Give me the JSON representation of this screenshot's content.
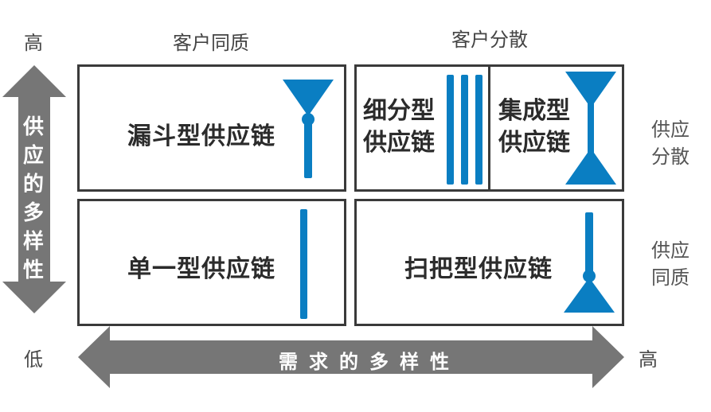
{
  "colors": {
    "accent_blue": "#0A7EC2",
    "arrow_gray": "#767676",
    "box_border": "#3a3a3a",
    "text_dark": "#2b2b2b"
  },
  "axes": {
    "vertical": {
      "label": "供应的多样性",
      "high": "高",
      "low": "低"
    },
    "horizontal": {
      "label": "需求的多样性",
      "low": "低",
      "high": "高"
    }
  },
  "columns": [
    {
      "label": "客户同质"
    },
    {
      "label": "客户分散"
    }
  ],
  "rows": [
    {
      "label_line1": "供应",
      "label_line2": "分散"
    },
    {
      "label_line1": "供应",
      "label_line2": "同质"
    }
  ],
  "quadrants": {
    "funnel": {
      "title": "漏斗型供应链",
      "icon": "funnel-icon"
    },
    "segmented": {
      "line1": "细分型",
      "line2": "供应链",
      "icon": "three-bars-icon"
    },
    "integrated": {
      "line1": "集成型",
      "line2": "供应链",
      "icon": "hourglass-icon"
    },
    "single": {
      "title": "单一型供应链",
      "icon": "single-bar-icon"
    },
    "broom": {
      "title": "扫把型供应链",
      "icon": "broom-icon"
    }
  }
}
